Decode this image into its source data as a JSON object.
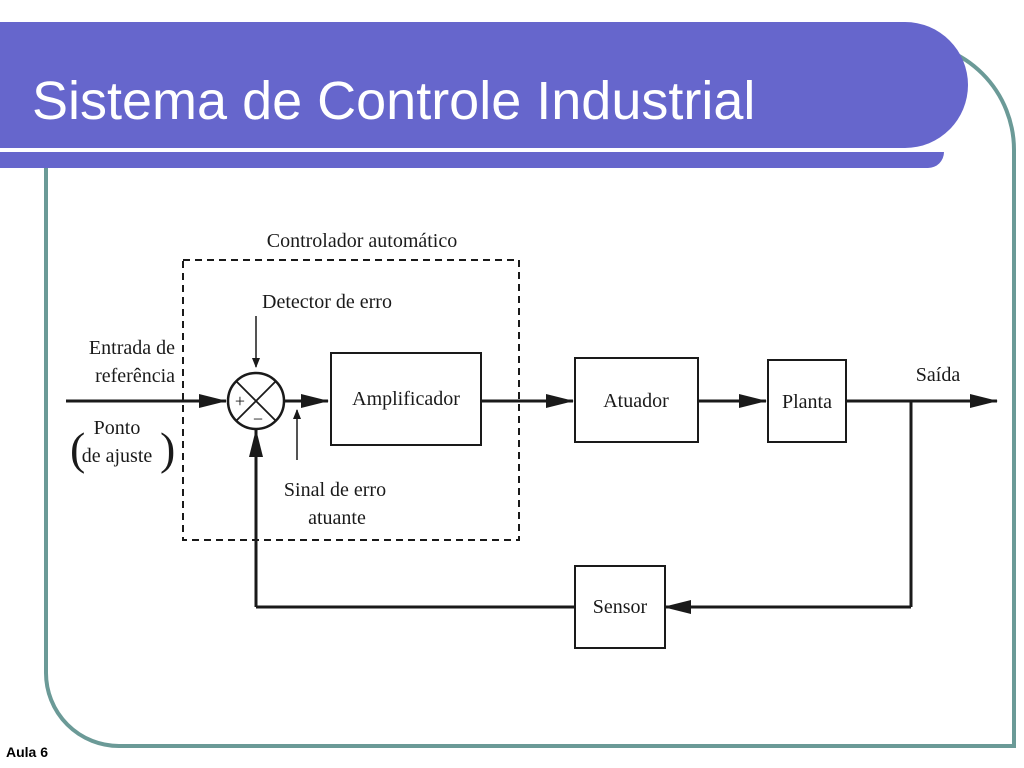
{
  "slide": {
    "title": "Sistema de Controle Industrial",
    "footer": "Aula 6"
  },
  "colors": {
    "title_bar": "#6666cc",
    "frame_border": "#6b9a97",
    "title_text": "#ffffff",
    "diagram_ink": "#1a1a1a"
  },
  "diagram": {
    "controller_label": "Controlador automático",
    "error_detector_label": "Detector de erro",
    "reference_input_label": [
      "Entrada de",
      "referência"
    ],
    "setpoint_label": [
      "Ponto",
      "de ajuste"
    ],
    "summing_plus": "+",
    "summing_minus": "−",
    "error_signal_label": [
      "Sinal de erro",
      "atuante"
    ],
    "blocks": {
      "amplifier": "Amplificador",
      "actuator": "Atuador",
      "plant": "Planta",
      "sensor": "Sensor"
    },
    "output_label": "Saída"
  }
}
